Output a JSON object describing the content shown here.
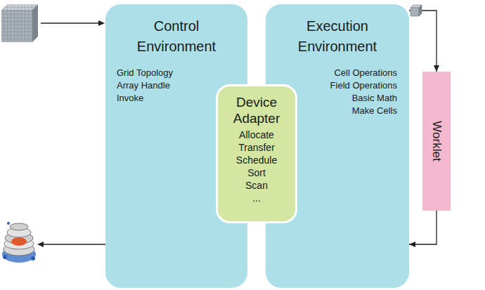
{
  "diagram": {
    "nodes": [
      {
        "text": [
          "Control Environment",
          "Grid Topology",
          "Array Handle",
          "Invoke"
        ]
      },
      {
        "text": [
          "Execution Environment",
          "Cell Operations",
          "Field Operations",
          "Basic Math",
          "Make Cells"
        ]
      },
      {
        "text": [
          "Device Adapter",
          "Allocate",
          "Transfer",
          "Schedule",
          "Sort",
          "Scan",
          "..."
        ]
      },
      {
        "text": [
          "Worklet"
        ]
      }
    ],
    "edges": [
      {
        "from": 1,
        "to": 3,
        "arrow": "to"
      },
      {
        "from": 3,
        "to": 1,
        "arrow": "to"
      }
    ]
  }
}
